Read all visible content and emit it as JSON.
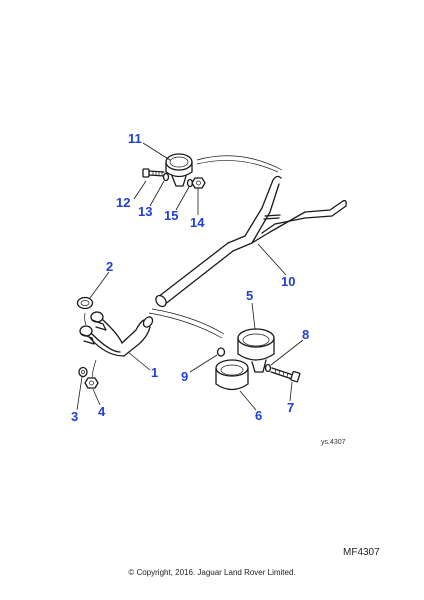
{
  "callouts": {
    "c1": "1",
    "c2": "2",
    "c3": "3",
    "c4": "4",
    "c5": "5",
    "c6": "6",
    "c7": "7",
    "c8": "8",
    "c9": "9",
    "c10": "10",
    "c11": "11",
    "c12": "12",
    "c13": "13",
    "c14": "14",
    "c15": "15"
  },
  "drawing_code": "ys.4307",
  "reference_code": "MF4307",
  "copyright": "© Copyright, 2016. Jaguar Land Rover Limited.",
  "colors": {
    "callout": "#1f3fd6",
    "line": "#1a1a1a"
  }
}
